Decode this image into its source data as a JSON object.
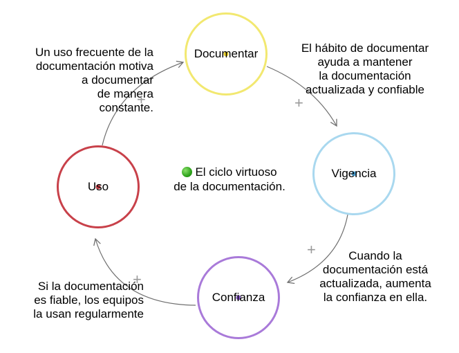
{
  "nodes": {
    "documentar": {
      "label": "Documentar",
      "border_color": "#f2e870",
      "dot_color": "#e8cf2a"
    },
    "vigencia": {
      "label": "Vigencia",
      "border_color": "#a9d8ef",
      "dot_color": "#4fa6d8"
    },
    "confianza": {
      "label": "Confianza",
      "border_color": "#a97ad9",
      "dot_color": "#8a5bc8"
    },
    "uso": {
      "label": "Uso",
      "border_color": "#c8414a",
      "dot_color": "#c8414a"
    }
  },
  "notes": {
    "documentar_to_vigencia": "El hábito de documentar\nayuda a mantener\nla documentación\nactualizada y confiable",
    "vigencia_to_confianza": "Cuando la\ndocumentación está\nactualizada, aumenta\nla confianza en ella.",
    "confianza_to_uso": "Si la documentación\nes fiable, los equipos\nla usan regularmente",
    "uso_to_documentar": "Un uso frecuente de la\ndocumentación motiva\na documentar\nde manera\nconstante."
  },
  "center": {
    "text": "El ciclo virtuoso\nde la documentación."
  },
  "polarity": {
    "sign": "+"
  },
  "colors": {
    "arrow": "#6f6f6f",
    "plus": "#9a9a9a"
  }
}
